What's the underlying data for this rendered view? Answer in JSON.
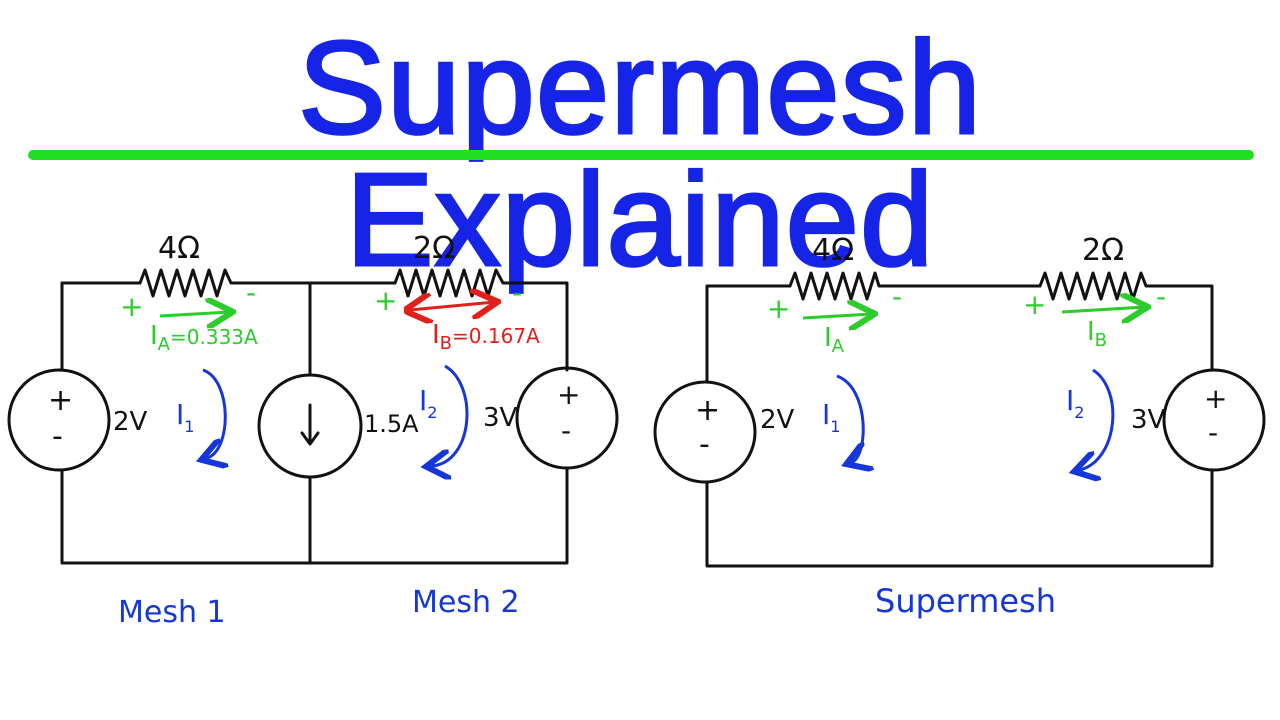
{
  "title": "Supermesh Explained",
  "colors": {
    "title": "#1524e6",
    "underline": "#22dd22",
    "blue_ink": "#1536d8",
    "green_ink": "#2bcc2b",
    "red_ink": "#e0201a",
    "wire": "#111111"
  },
  "left_circuit": {
    "r1_label": "4Ω",
    "r2_label": "2Ω",
    "vs1_label": "2V",
    "cs_label": "1.5A",
    "vs2_label": "3V",
    "ia_label": "I",
    "ia_sub": "A",
    "ia_value": "=0.333A",
    "ib_label": "I",
    "ib_sub": "B",
    "ib_value": "=0.167A",
    "i1_label": "I",
    "i1_sub": "1",
    "i2_label": "I",
    "i2_sub": "2",
    "mesh1_label": "Mesh 1",
    "mesh2_label": "Mesh 2",
    "plus": "+",
    "minus": "-"
  },
  "right_circuit": {
    "r1_label": "4Ω",
    "r2_label": "2Ω",
    "vs1_label": "2V",
    "vs2_label": "3V",
    "ia_label": "I",
    "ia_sub": "A",
    "ib_label": "I",
    "ib_sub": "B",
    "i1_label": "I",
    "i1_sub": "1",
    "i2_label": "I",
    "i2_sub": "2",
    "supermesh_label": "Supermesh",
    "plus": "+",
    "minus": "-"
  }
}
